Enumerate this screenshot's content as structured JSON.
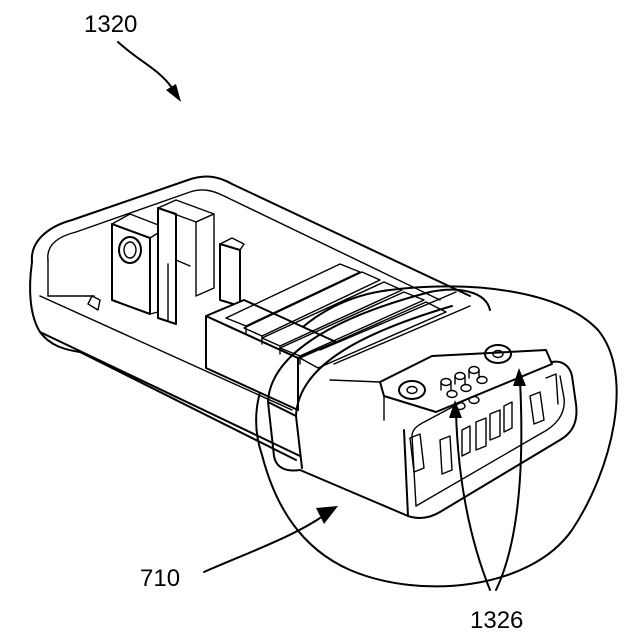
{
  "labels": {
    "figure_ref": "1320",
    "housing_ref": "710",
    "connector_ref": "1326"
  },
  "colors": {
    "line": "#000000",
    "background": "#ffffff"
  }
}
